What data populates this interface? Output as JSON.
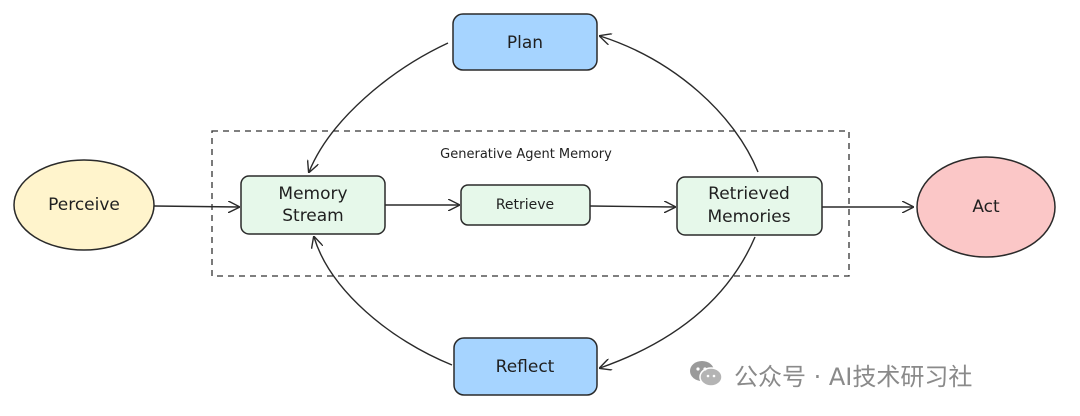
{
  "diagram": {
    "frame_title": "Generative Agent Memory",
    "nodes": {
      "plan": "Plan",
      "perceive": "Perceive",
      "memory_stream_line1": "Memory",
      "memory_stream_line2": "Stream",
      "retrieve": "Retrieve",
      "retrieved_line1": "Retrieved",
      "retrieved_line2": "Memories",
      "act": "Act",
      "reflect": "Reflect"
    }
  },
  "colors": {
    "plan_reflect_fill": "#a6d4ff",
    "memory_fill": "#e6f8ea",
    "perceive_fill": "#fff4cc",
    "act_fill": "#fbc7c7",
    "stroke": "#2a2a2a"
  },
  "watermark": {
    "icon": "wechat-icon",
    "text": "公众号 · AI技术研习社"
  }
}
